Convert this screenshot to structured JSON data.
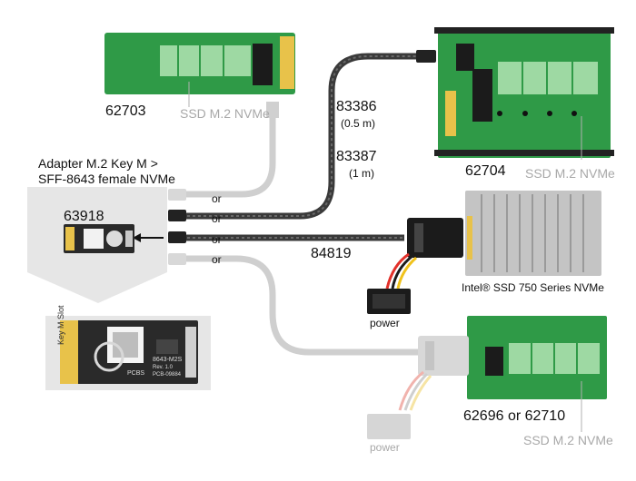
{
  "labels": {
    "top_left_board_number": "62703",
    "top_left_board_desc": "SSD M.2 NVMe",
    "cable_83386": "83386",
    "cable_83386_length": "(0.5 m)",
    "cable_83387": "83387",
    "cable_83387_length": "(1 m)",
    "top_right_board_number": "62704",
    "top_right_board_desc": "SSD M.2 NVMe",
    "adapter_title_line1": "Adapter M.2 Key M >",
    "adapter_title_line2": "SFF-8643 female NVMe",
    "adapter_number": "63918",
    "cable_84819": "84819",
    "intel_ssd": "Intel® SSD 750 Series NVMe",
    "power_label": "power",
    "power_label_faded": "power",
    "bottom_right_board_number": "62696 or 62710",
    "bottom_right_board_desc": "SSD M.2 NVMe",
    "or_options": [
      "or",
      "or",
      "or",
      "or"
    ]
  },
  "pcb_text": {
    "key_m_slot": "Key M Slot",
    "adapter_code": "8643-M2S",
    "adapter_rev": "Rev. 1.0",
    "adapter_pcb": "PCB-09884",
    "adapter_pcb_side": "PCBS"
  },
  "colors": {
    "pcb_green": "#2f9a47",
    "pcb_dark": "#1f7a36",
    "slot_green": "#9ed9a3",
    "cable_dark": "#333333",
    "cable_faded": "#c9c9c9",
    "heatsink": "#c4c4c4",
    "callout_bg": "#e6e6e6"
  }
}
